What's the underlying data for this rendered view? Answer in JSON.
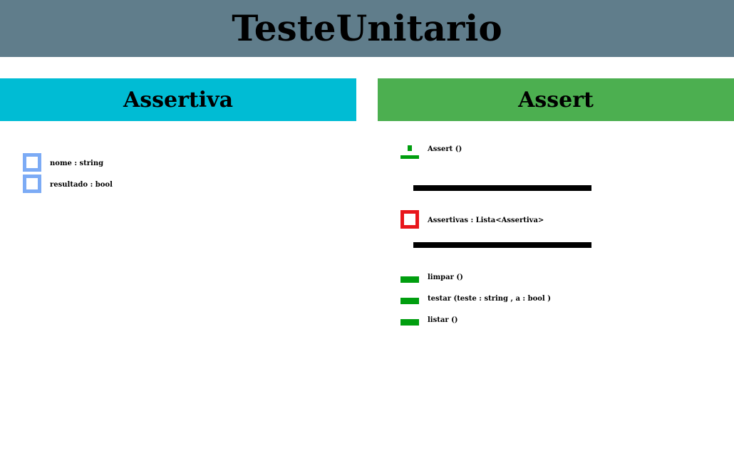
{
  "diagram_title": "TesteUnitario",
  "classes": [
    {
      "name": "Assertiva",
      "header_color": "#00bcd4",
      "attributes": [
        {
          "label": "nome : string",
          "visibility_icon": "public-attribute-icon",
          "color": "#7cabf5"
        },
        {
          "label": "resultado : bool",
          "visibility_icon": "public-attribute-icon",
          "color": "#7cabf5"
        }
      ]
    },
    {
      "name": "Assert",
      "header_color": "#4caf50",
      "constructors": [
        {
          "label": "Assert ()",
          "visibility_icon": "constructor-icon",
          "color": "#009e0f"
        }
      ],
      "attributes": [
        {
          "label": "Assertivas : Lista<Assertiva>",
          "visibility_icon": "private-attribute-icon",
          "color": "#e8161b"
        }
      ],
      "methods": [
        {
          "label": "limpar ()",
          "visibility_icon": "public-method-icon",
          "color": "#009e0f"
        },
        {
          "label": "testar (teste : string , a : bool )",
          "visibility_icon": "public-method-icon",
          "color": "#009e0f"
        },
        {
          "label": "listar ()",
          "visibility_icon": "public-method-icon",
          "color": "#009e0f"
        }
      ]
    }
  ]
}
